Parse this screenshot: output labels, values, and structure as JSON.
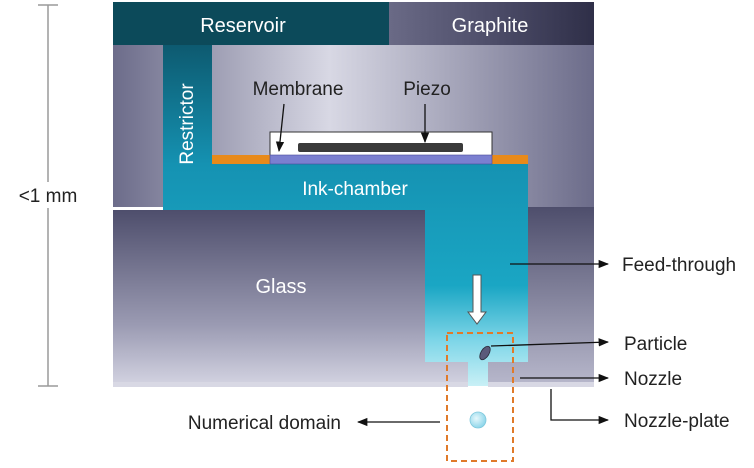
{
  "scale": {
    "label": "<1 mm"
  },
  "layers": {
    "reservoir": "Reservoir",
    "graphite": "Graphite",
    "restrictor": "Restrictor",
    "membrane": "Membrane",
    "piezo": "Piezo",
    "ink_chamber": "Ink-chamber",
    "glass": "Glass"
  },
  "callouts": {
    "feed_through": "Feed-through",
    "particle": "Particle",
    "nozzle": "Nozzle",
    "nozzle_plate": "Nozzle-plate",
    "numerical_domain": "Numerical domain"
  },
  "colors": {
    "reservoir": "#0c4a5a",
    "graphite": "#4a4a66",
    "ink": "#1aa6c4",
    "electrode": "#e88a1a",
    "membrane": "#7b7fd0",
    "domain_outline": "#e07a2a",
    "scale_line": "#999999"
  }
}
